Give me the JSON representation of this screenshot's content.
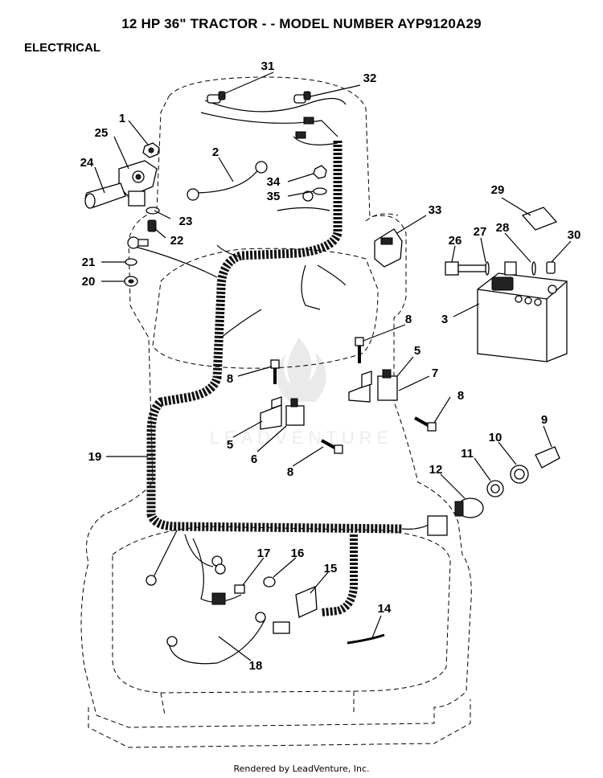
{
  "header": {
    "title": "12 HP 36\" TRACTOR - - MODEL NUMBER AYP9120A29",
    "section": "ELECTRICAL"
  },
  "watermark": {
    "text": "LEADVENTURE"
  },
  "footer": {
    "text": "Rendered by LeadVenture, Inc."
  },
  "callouts": [
    {
      "id": "c1",
      "label": "1"
    },
    {
      "id": "c2",
      "label": "2"
    },
    {
      "id": "c3",
      "label": "3"
    },
    {
      "id": "c5a",
      "label": "5"
    },
    {
      "id": "c5b",
      "label": "5"
    },
    {
      "id": "c6",
      "label": "6"
    },
    {
      "id": "c7",
      "label": "7"
    },
    {
      "id": "c8a",
      "label": "8"
    },
    {
      "id": "c8b",
      "label": "8"
    },
    {
      "id": "c8c",
      "label": "8"
    },
    {
      "id": "c8d",
      "label": "8"
    },
    {
      "id": "c9",
      "label": "9"
    },
    {
      "id": "c10",
      "label": "10"
    },
    {
      "id": "c11",
      "label": "11"
    },
    {
      "id": "c12",
      "label": "12"
    },
    {
      "id": "c14",
      "label": "14"
    },
    {
      "id": "c15",
      "label": "15"
    },
    {
      "id": "c16",
      "label": "16"
    },
    {
      "id": "c17",
      "label": "17"
    },
    {
      "id": "c18",
      "label": "18"
    },
    {
      "id": "c19",
      "label": "19"
    },
    {
      "id": "c20",
      "label": "20"
    },
    {
      "id": "c21",
      "label": "21"
    },
    {
      "id": "c22",
      "label": "22"
    },
    {
      "id": "c23",
      "label": "23"
    },
    {
      "id": "c24",
      "label": "24"
    },
    {
      "id": "c25",
      "label": "25"
    },
    {
      "id": "c26",
      "label": "26"
    },
    {
      "id": "c27",
      "label": "27"
    },
    {
      "id": "c28",
      "label": "28"
    },
    {
      "id": "c29",
      "label": "29"
    },
    {
      "id": "c30",
      "label": "30"
    },
    {
      "id": "c31",
      "label": "31"
    },
    {
      "id": "c32",
      "label": "32"
    },
    {
      "id": "c33",
      "label": "33"
    },
    {
      "id": "c34",
      "label": "34"
    },
    {
      "id": "c35",
      "label": "35"
    }
  ]
}
